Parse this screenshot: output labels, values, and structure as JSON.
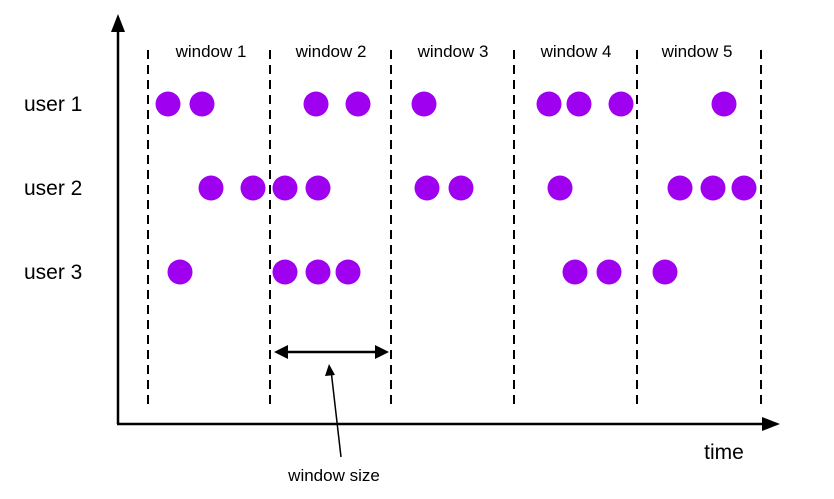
{
  "windows": [
    "window 1",
    "window 2",
    "window 3",
    "window 4",
    "window 5"
  ],
  "users": [
    "user 1",
    "user 2",
    "user 3"
  ],
  "axis_label": "time",
  "annotation": "window size",
  "colors": {
    "event": "#a000f0",
    "line": "#000000"
  },
  "events": [
    [
      168,
      202,
      316,
      358,
      424,
      549,
      579,
      621,
      724
    ],
    [
      211,
      253,
      285,
      318,
      427,
      461,
      560,
      680,
      713,
      744
    ],
    [
      180,
      285,
      318,
      348,
      575,
      609,
      665
    ]
  ]
}
